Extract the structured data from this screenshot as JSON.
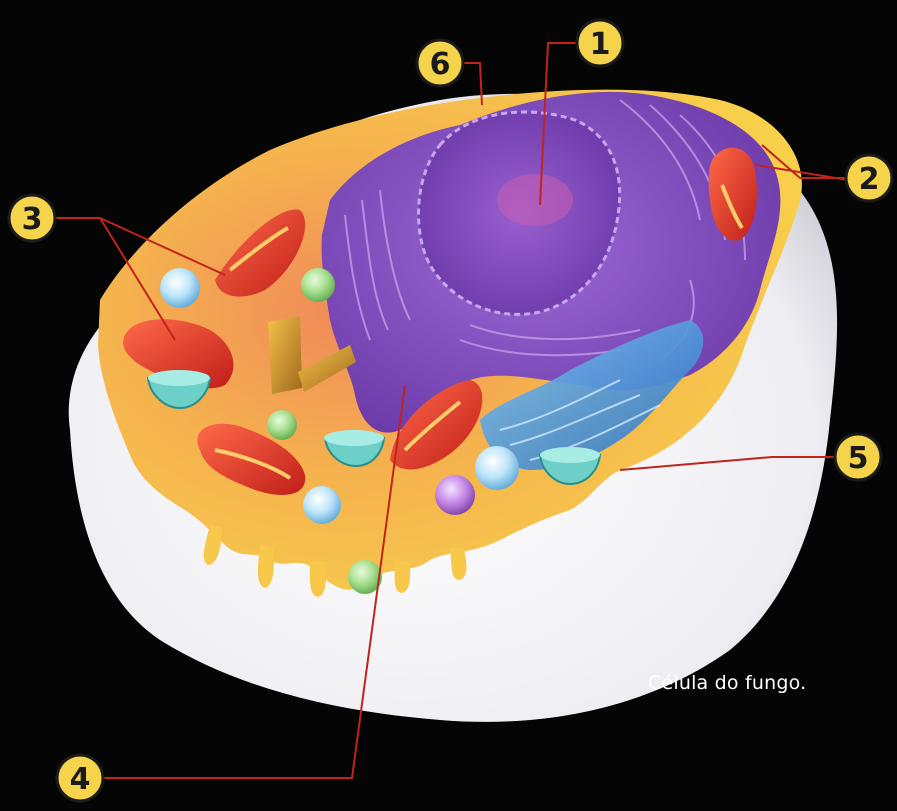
{
  "caption": "Célula do fungo.",
  "labels": [
    "1",
    "2",
    "3",
    "4",
    "5",
    "6"
  ],
  "colors": {
    "background": "#050505",
    "cell_wall": "#f2f1f4",
    "cytoplasm": "#f6c443",
    "nucleus": "#7a45b8",
    "endoplasmic_reticulum": "#8a5cc8",
    "mitochondria": "#e23a2a",
    "golgi": "#4a90d8",
    "leader_lines": "#c0241c",
    "badge_fill": "#f5d34a"
  }
}
